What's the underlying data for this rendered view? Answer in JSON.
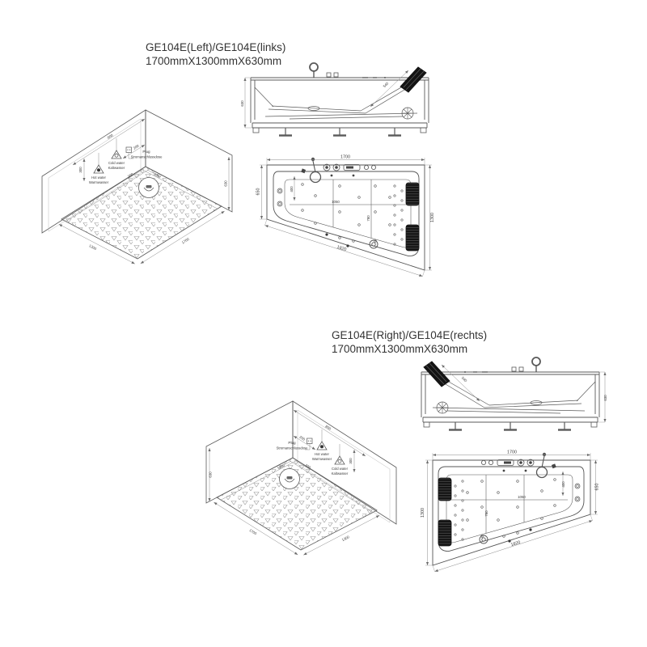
{
  "models": {
    "left": {
      "title1": "GE104E(Left)/GE104E(links)",
      "title2": "1700mmX1300mmX630mm",
      "iso": {
        "plug1": "Plug",
        "plug2": "Stromanschlussdose",
        "cold1": "Cold water",
        "cold2": "Kaltwasser",
        "hot1": "Hot water",
        "hot2": "Warmwasser",
        "d800": "800",
        "d200w": "200",
        "d300": "300",
        "d200a": "200",
        "d200b": "200",
        "d630": "630",
        "d1300": "1300",
        "d1700": "1700"
      },
      "side": {
        "d630": "630",
        "d540": "540"
      },
      "plan": {
        "dtop": "1700",
        "dleft": "650",
        "dright": "1300",
        "ddiag": "1820",
        "d1050": "1050",
        "d780": "780",
        "d400": "400"
      }
    },
    "right": {
      "title1": "GE104E(Right)/GE104E(rechts)",
      "title2": "1700mmX1300mmX630mm",
      "iso": {
        "plug1": "Plug",
        "plug2": "Stromanschlussdose",
        "cold1": "Cold water",
        "cold2": "Kaltwasser",
        "hot1": "Hot water",
        "hot2": "Warmwasser",
        "d800": "800",
        "d200w": "200",
        "d300": "300",
        "d200a": "200",
        "d200b": "200",
        "d630": "630",
        "d1300": "1300",
        "d1700": "1700"
      },
      "side": {
        "d630": "630",
        "d540": "540"
      },
      "plan": {
        "dtop": "1700",
        "dleft": "1300",
        "dright": "650",
        "ddiag": "1820",
        "d1050": "1050",
        "d780": "780",
        "d400": "400"
      }
    }
  }
}
